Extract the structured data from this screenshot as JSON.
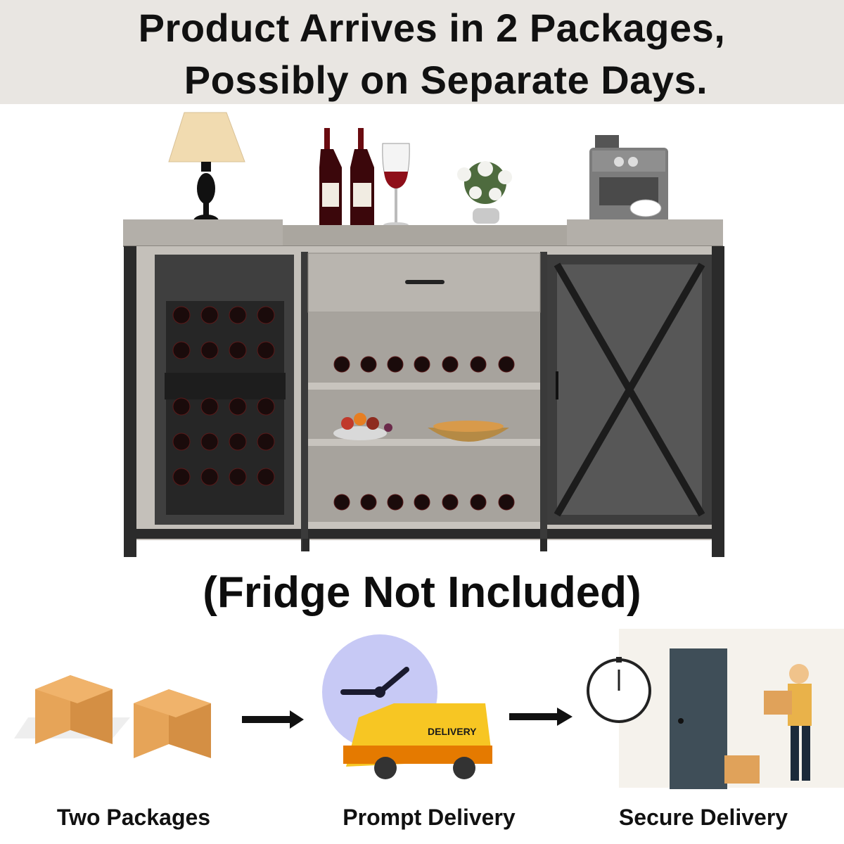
{
  "banner": {
    "line1": "Product Arrives in 2 Packages,",
    "line2": "Possibly on Separate Days."
  },
  "note": "(Fridge Not Included)",
  "steps": [
    {
      "label": "Two Packages",
      "icon": "two-boxes-icon"
    },
    {
      "label": "Prompt Delivery",
      "icon": "clock-delivery-van-icon",
      "van_text": "DELIVERY"
    },
    {
      "label": "Secure Delivery",
      "icon": "door-courier-icon"
    }
  ],
  "colors": {
    "banner_bg": "#e9e6e2",
    "cabinet_wood": "#a9a59f",
    "cabinet_metal": "#2b2b2b",
    "box": "#e0a25a",
    "van": "#f7c623",
    "clock_face": "#c7c9f5"
  }
}
